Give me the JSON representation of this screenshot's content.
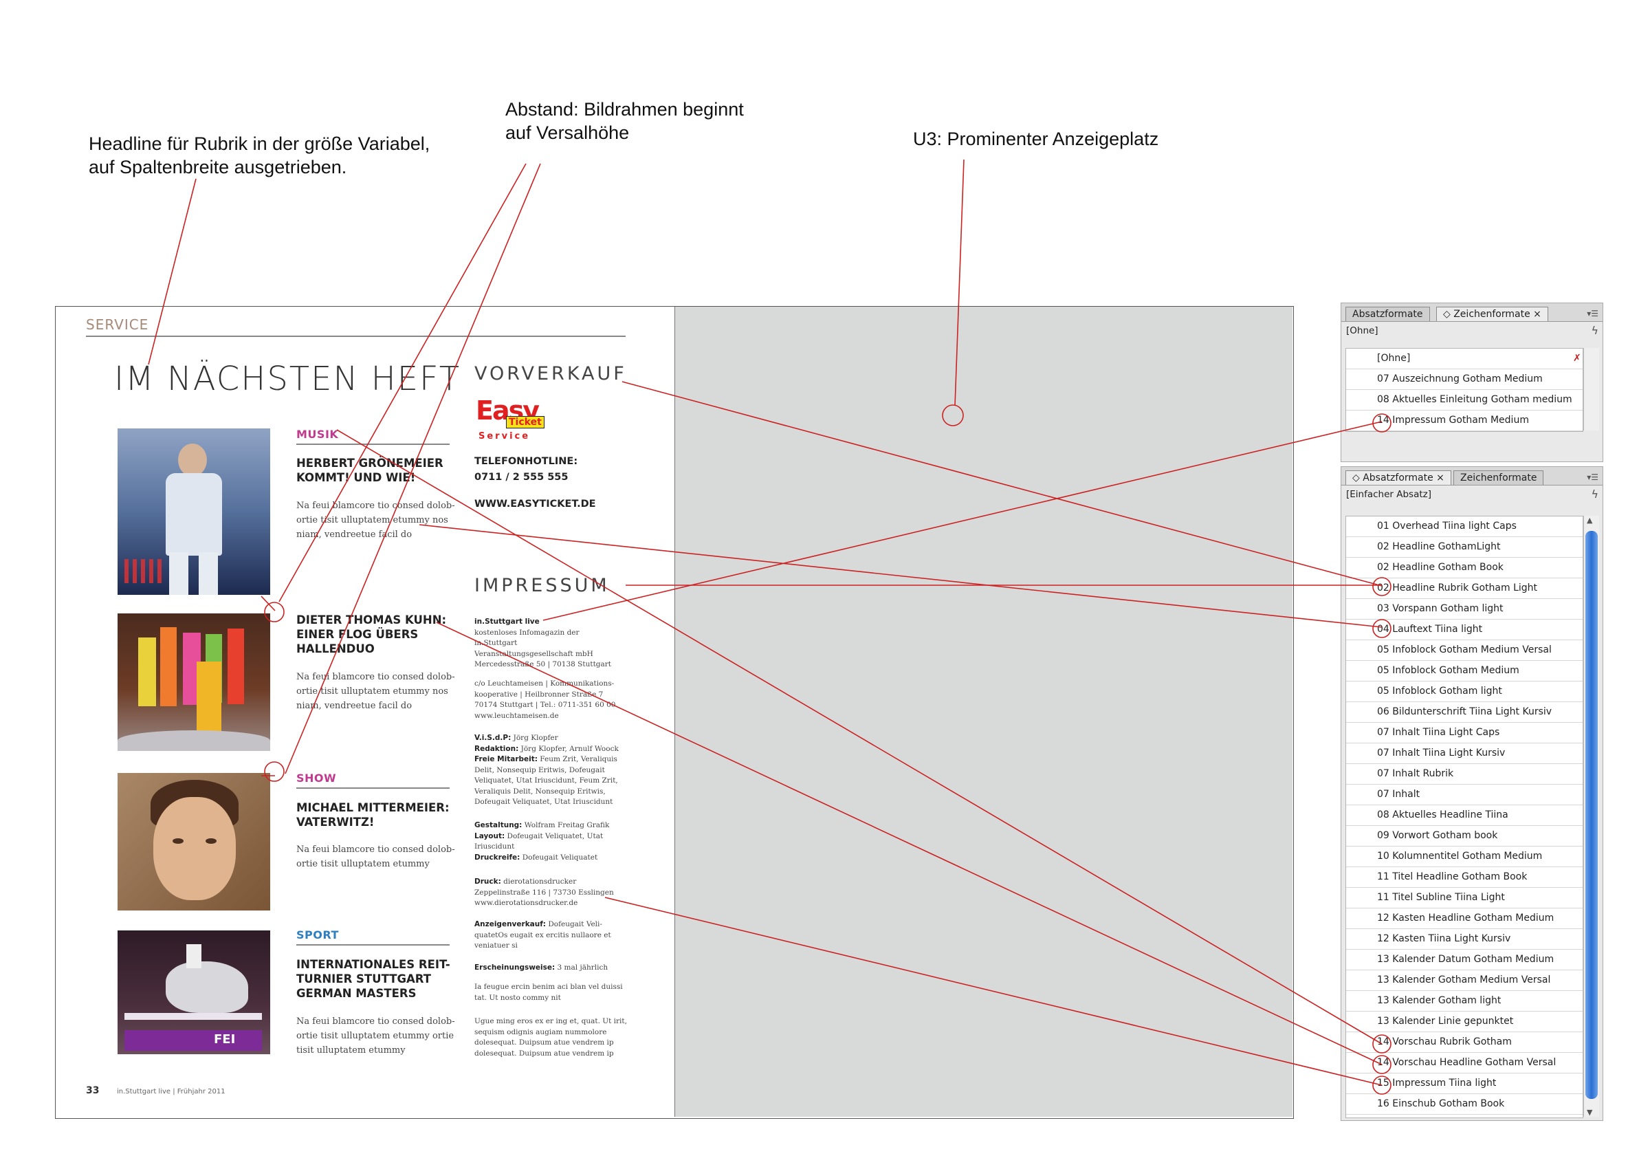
{
  "annotations": {
    "headline_note": "Headline für Rubrik in der größe Variabel,\nauf Spaltenbreite ausgetrieben.",
    "abstand_note": "Abstand: Bildrahmen beginnt\nauf Versalhöhe",
    "u3_note": "U3: Prominenter Anzeigeplatz"
  },
  "page": {
    "kicker": "SERVICE",
    "headline": "IM NÄCHSTEN HEFT",
    "vorverkauf_title": "VORVERKAUF",
    "impressum_title": "IMPRESSUM",
    "logo": {
      "line1": "Easy",
      "line2": "Ticket",
      "line3": "Service"
    },
    "hotline": "TELEFONHOTLINE:\n0711 / 2 555 555",
    "website": "WWW.EASYTICKET.DE",
    "items": [
      {
        "category": "MUSIK",
        "headline": "HERBERT GRÖNEMEIER\nKOMMT! UND WIE!",
        "text": "Na feui blamcore tio consed dolob-\nortie tisit ulluptatem etummy nos\nniam, vendreetue facil do"
      },
      {
        "category": "",
        "headline": "DIETER THOMAS KUHN:\nEINER FLOG ÜBERS\nHALLENDUO",
        "text": "Na feui blamcore tio consed dolob-\nortie tisit ulluptatem etummy nos\nniam, vendreetue facil do"
      },
      {
        "category": "SHOW",
        "headline": "MICHAEL MITTERMEIER:\nVATERWITZ!",
        "text": "Na feui blamcore tio consed dolob-\nortie tisit ulluptatem etummy"
      },
      {
        "category": "SPORT",
        "headline": "INTERNATIONALES REIT-\nTURNIER STUTTGART\nGERMAN MASTERS",
        "text": "Na feui blamcore tio consed dolob-\nortie tisit ulluptatem etummy ortie\ntisit ulluptatem etummy"
      }
    ],
    "impressum": {
      "b1_label": "in.Stuttgart live",
      "b1_text": "kostenloses Infomagazin der\nin.Stuttgart\nVeranstaltungsgesellschaft mbH\nMercedesstraße 50 | 70138 Stuttgart",
      "b2_text": "c/o Leuchtameisen | Kommunikations-\nkooperative | Heilbronner Straße 7\n70174 Stuttgart | Tel.: 0711-351 60 00\nwww.leuchtameisen.de",
      "b3_l1": "V.i.S.d.P:",
      "b3_t1": " Jörg Klopfer",
      "b3_l2": "Redaktion:",
      "b3_t2": " Jörg Klopfer, Arnulf Woock",
      "b3_l3": "Freie Mitarbeit:",
      "b3_t3": " Feum Zrit, Veraliquis\nDelit, Nonsequip Eritwis, Dofeugait\nVeliquatet, Utat Iriuscidunt, Feum Zrit,\nVeraliquis Delit, Nonsequip Eritwis,\nDofeugait Veliquatet, Utat Iriuscidunt",
      "b4_l1": "Gestaltung:",
      "b4_t1": " Wolfram Freitag Grafik",
      "b4_l2": "Layout:",
      "b4_t2": " Dofeugait Veliquatet, Utat\nIriuscidunt",
      "b4_l3": "Druckreife:",
      "b4_t3": " Dofeugait Veliquatet",
      "b5_l1": "Druck:",
      "b5_t1": " dierotationsdrucker\nZeppelinstraße 116 | 73730 Esslingen\nwww.dierotationsdrucker.de",
      "b6_l1": "Anzeigenverkauf:",
      "b6_t1": " Dofeugait Veli-\nquatetOs eugait ex ercitis nullaore et\nveniatuer si",
      "b7_l1": "Erscheinungsweise:",
      "b7_t1": " 3 mal jährlich",
      "b8_text": "Ia feugue ercin benim aci blan vel duissi\ntat. Ut nosto commy nit",
      "b9_text": "Ugue ming eros ex er ing et, quat. Ut irit,\nsequism odignis augiam nummolore\ndolesequat. Duipsum atue vendrem ip\ndolesequat. Duipsum atue vendrem ip"
    },
    "folio": "33",
    "footer": "in.Stuttgart live | Frühjahr 2011"
  },
  "panel_char": {
    "tabs": [
      "Absatzformate",
      "Zeichenformate"
    ],
    "current": "[Ohne]",
    "styles": [
      "[Ohne]",
      "07 Auszeichnung Gotham Medium",
      "08 Aktuelles Einleitung Gotham medium",
      "14 Impressum Gotham Medium"
    ]
  },
  "panel_para": {
    "tabs": [
      "Absatzformate",
      "Zeichenformate"
    ],
    "current": "[Einfacher Absatz]",
    "styles": [
      "01 Overhead Tiina light Caps",
      "02 Headline GothamLight",
      "02 Headline Gotham Book",
      "02 Headline Rubrik Gotham Light",
      "03 Vorspann Gotham light",
      "04 Lauftext Tiina light",
      "05 Infoblock Gotham Medium Versal",
      "05 Infoblock Gotham Medium",
      "05 Infoblock Gotham light",
      "06 Bildunterschrift Tiina Light Kursiv",
      "07 Inhalt Tiina Light Caps",
      "07 Inhalt Tiina Light Kursiv",
      "07 Inhalt Rubrik",
      "07 Inhalt",
      "08 Aktuelles Headline Tiina",
      "09 Vorwort Gotham book",
      "10 Kolumnentitel Gotham Medium",
      "11 Titel Headline Gotham Book",
      "11 Titel Subline Tiina Light",
      "12 Kasten Headline Gotham Medium",
      "12 Kasten Tiina Light Kursiv",
      "13 Kalender Datum Gotham Medium",
      "13 Kalender Gotham Medium Versal",
      "13 Kalender Gotham light",
      "13 Kalender Linie gepunktet",
      "14 Vorschau Rubrik Gotham",
      "14 Vorschau Headline Gotham Versal",
      "15 Impressum Tiina light",
      "16 Einschub Gotham Book"
    ]
  },
  "colors": {
    "accent_magenta": "#c03a8e",
    "accent_blue": "#2e7fbf",
    "callout_red": "#cc2222",
    "ad_gray": "#d8dada"
  }
}
